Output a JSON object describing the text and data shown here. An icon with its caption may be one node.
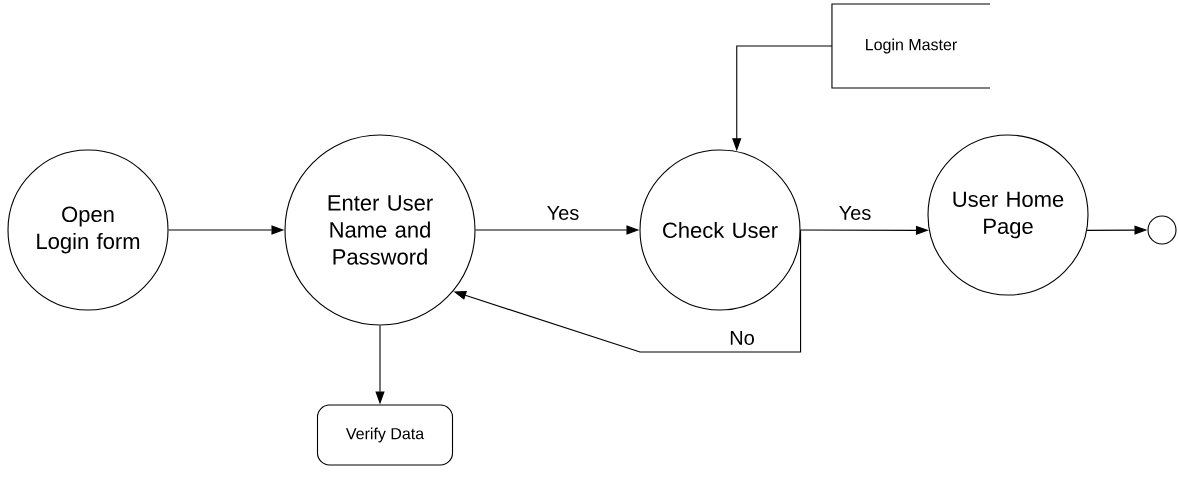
{
  "diagram": {
    "nodes": [
      {
        "text": [
          "Open Login form"
        ]
      },
      {
        "text": [
          "Enter User Name and Password"
        ]
      },
      {
        "text": [
          "Check User"
        ]
      },
      {
        "text": [
          "User Home Page"
        ]
      },
      {
        "text": [],
        "shape": "circle"
      },
      {
        "text": [
          "Login Master"
        ]
      },
      {
        "text": [
          "Verify Data"
        ]
      }
    ],
    "edges": [
      {
        "from": 0,
        "to": 1,
        "arrow": "to"
      },
      {
        "from": 1,
        "to": 2,
        "arrow": "to",
        "label": "Yes"
      },
      {
        "from": 2,
        "to": 3,
        "arrow": "to",
        "label": "Yes"
      },
      {
        "from": 3,
        "to": 4,
        "arrow": "to"
      },
      {
        "from": 5,
        "to": 2,
        "arrow": "to"
      },
      {
        "from": 2,
        "to": 1,
        "arrow": "to",
        "label": "No"
      },
      {
        "from": 1,
        "to": 6,
        "arrow": "to"
      }
    ]
  }
}
